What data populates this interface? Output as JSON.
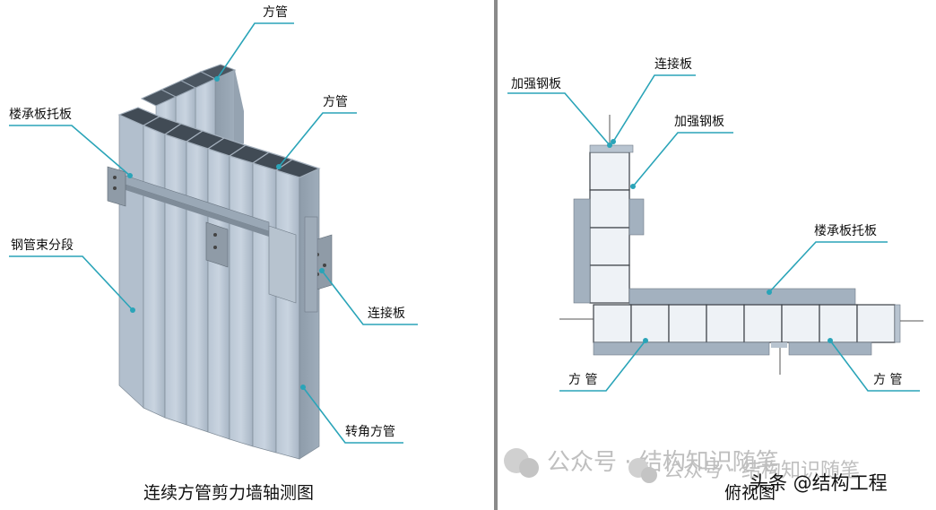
{
  "left_panel": {
    "labels": {
      "square_tube_top": "方管",
      "square_tube_right": "方管",
      "floor_bracket": "楼承板托板",
      "tube_bundle_segment": "钢管束分段",
      "connection_plate": "连接板",
      "corner_tube": "转角方管"
    },
    "caption": "连续方管剪力墙轴测图"
  },
  "right_panel": {
    "labels": {
      "stiffener_left": "加强钢板",
      "connection_plate": "连接板",
      "stiffener_right": "加强钢板",
      "floor_bracket": "楼承板托板",
      "square_tube_left": "方 管",
      "square_tube_right": "方 管"
    },
    "caption": "俯视图"
  },
  "watermarks": {
    "wm1": "公众号 · 结构知识随笔",
    "wm2": "公众号 · 结构知识随笔",
    "credit": "头条 @结构工程"
  },
  "colors": {
    "leader": "#2aa4b8",
    "steel": "#a9b7c6",
    "divider": "#8a8a8a"
  }
}
